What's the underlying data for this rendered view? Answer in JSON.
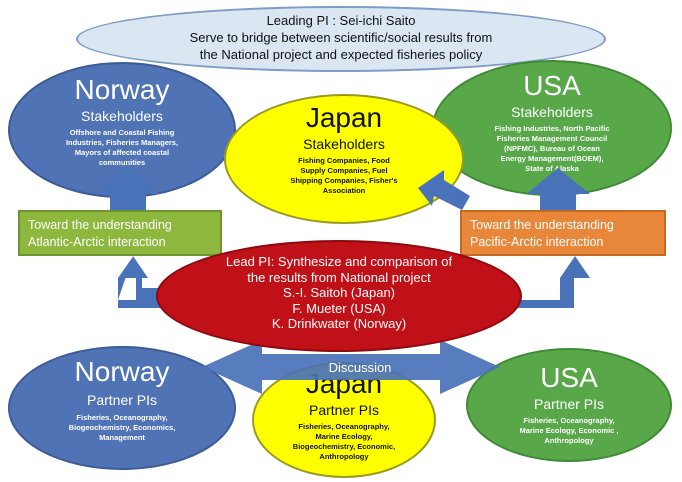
{
  "leading_pi": {
    "line1": "Leading PI : Sei-ichi Saito",
    "line2": "Serve to bridge between scientific/social results from",
    "line3": "the National project  and  expected fisheries policy"
  },
  "stakeholders": {
    "norway": {
      "country": "Norway",
      "label": "Stakeholders",
      "details": [
        "Offshore and Coastal Fishing",
        "Industries, Fisheries Managers,",
        "Mayors of affected coastal",
        "communities"
      ]
    },
    "japan": {
      "country": "Japan",
      "label": "Stakeholders",
      "details": [
        "Fishing Companies, Food",
        "Supply Companies, Fuel",
        "Shipping Companies, Fisher's",
        "Association"
      ]
    },
    "usa": {
      "country": "USA",
      "label": "Stakeholders",
      "details": [
        "Fishing Industries, North Pacific",
        "Fisheries Management  Council",
        "(NPFMC), Bureau of Ocean",
        "Energy Management(BOEM),",
        "State of Alaska"
      ]
    }
  },
  "toward": {
    "left": [
      "Toward the understanding",
      "Atlantic-Arctic interaction"
    ],
    "right": [
      "Toward the understanding",
      "Pacific-Arctic interaction"
    ]
  },
  "lead": {
    "lines": [
      "Lead PI: Synthesize and comparison of",
      "the results from National project",
      "S.-I. Saitoh (Japan)",
      "F. Mueter (USA)",
      "K. Drinkwater (Norway)"
    ]
  },
  "discussion": "Discussion",
  "partners": {
    "norway": {
      "country": "Norway",
      "label": "Partner PIs",
      "details": [
        "Fisheries, Oceanography,",
        "Biogeochemistry, Economics,",
        "Management"
      ]
    },
    "japan": {
      "country": "Japan",
      "label": "Partner PIs",
      "details": [
        "Fisheries, Oceanography,",
        "Marine Ecology,",
        "Biogeochemistry, Economic,",
        "Anthropology"
      ]
    },
    "usa": {
      "country": "USA",
      "label": "Partner PIs",
      "details": [
        "Fisheries, Oceanography,",
        "Marine Ecology, Economic ,",
        "Anthropology"
      ]
    }
  },
  "colors": {
    "norway": "#4f73b5",
    "japan": "#ffff00",
    "usa": "#58a84a",
    "lead": "#c01018",
    "toward_left": "#8db73d",
    "toward_right": "#e8873a",
    "arrow": "#4a72b8",
    "banner": "#dbe6f3"
  }
}
